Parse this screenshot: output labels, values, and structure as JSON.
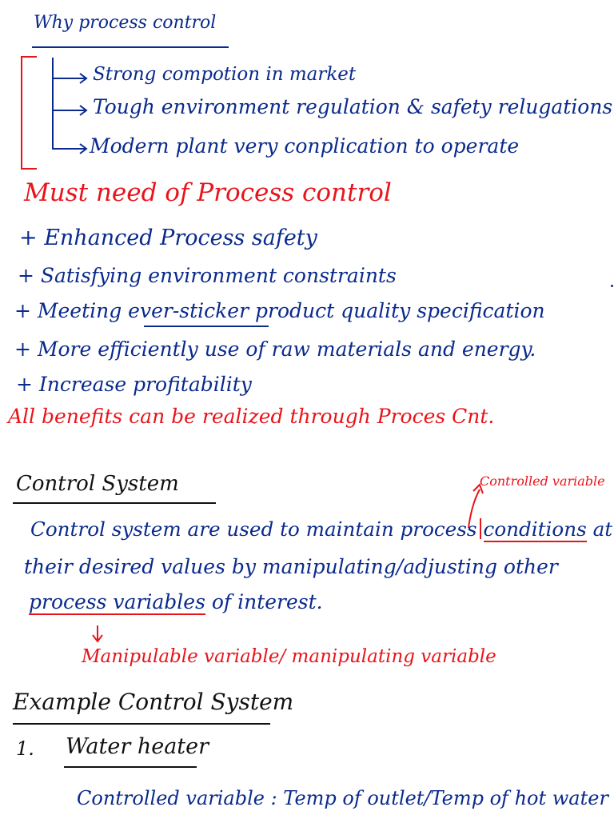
{
  "heading_why": "Why process control",
  "reasons": [
    "Strong compotion in market",
    "Tough environment regulation & safety relugations",
    "Modern plant very conplication to operate"
  ],
  "must_need": "Must need of Process control",
  "benefits": [
    "+ Enhanced Process safety",
    "+ Satisfying environment constraints",
    "+ Meeting ever-sticker product quality specification",
    "+ More efficiently use of raw materials and energy.",
    "+ Increase profitability"
  ],
  "benefits_summary": "All benefits can be realized through Proces Cnt.",
  "control_system": {
    "heading": "Control System",
    "annotation_controlled": "Controlled variable",
    "def_line1_pre": "Control system are used to maintain ",
    "def_line1_process": "process",
    "def_line1_conditions": "conditions",
    "def_line1_post": " at",
    "def_line2": "their desired values by manipulating/adjusting other",
    "def_line3_underlined": "process variables",
    "def_line3_post": " of interest.",
    "annotation_manipulable": "Manipulable variable/ manipulating variable"
  },
  "example": {
    "heading": "Example Control System",
    "item_number": "1.",
    "item_title": "Water heater",
    "controlled_variable": "Controlled variable : Temp of outlet/Temp of hot water"
  },
  "colors": {
    "ink_blue": "#0a2a8c",
    "ink_red": "#e8141b",
    "ink_black": "#111111"
  }
}
